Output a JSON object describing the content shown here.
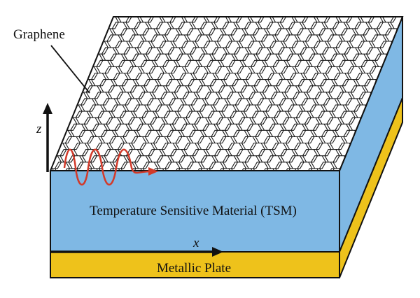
{
  "labels": {
    "graphene": "Graphene",
    "tsm": "Temperature Sensitive Material (TSM)",
    "metal": "Metallic Plate",
    "axis_z": "z",
    "axis_x": "x"
  },
  "colors": {
    "tsm": "#7fb8e4",
    "metal": "#eec21b",
    "lattice_stroke": "#1a1a1a",
    "top_fill": "#ffffff",
    "wave": "#d23a2a",
    "outline": "#111111",
    "background": "#ffffff"
  }
}
